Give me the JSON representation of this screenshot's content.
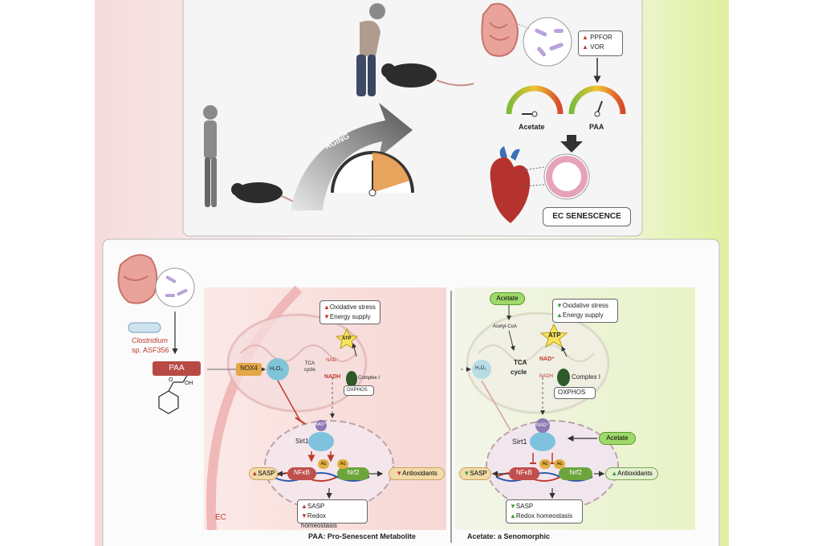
{
  "top": {
    "aging_label": "AGING",
    "enzymes": [
      "PPFOR",
      "VOR"
    ],
    "gauge_left_label": "Acetate",
    "gauge_right_label": "PAA",
    "ec_senescence": "EC SENESCENCE"
  },
  "left_panel": {
    "species_line1": "Clostridium",
    "species_line2": "sp. ASF356",
    "paa": "PAA",
    "oh": "OH",
    "o": "O",
    "nox4": "NOX4",
    "h2o2": "H₂O₂",
    "tca": "TCA",
    "cycle": "cycle",
    "nad": "NAD⁺",
    "nadh": "NADH",
    "complex": "Complex I",
    "oxphos": "OXPHOS",
    "atp": "ATP",
    "stress_box": [
      "Oxidative stress",
      "Energy supply"
    ],
    "sirt1": "Sirt1",
    "nad_small": "NAD⁺",
    "sasp": "SASP",
    "nfkb": "NFκB",
    "nrf2": "Nrf2",
    "ac": "Ac",
    "antioxidants": "Antioxidants",
    "bottom_box": [
      "SASP",
      "Redox homeostasis"
    ],
    "ec": "EC",
    "caption": "PAA: Pro-Senescent Metabolite"
  },
  "right_panel": {
    "acetate_top": "Acetate",
    "acetyl_coa": "Acetyl-CoA",
    "h2o2": "H₂O₂",
    "tca": "TCA",
    "cycle": "cycle",
    "nad": "NAD⁺",
    "nadh": "NADH",
    "complex": "Complex I",
    "oxphos": "OXPHOS",
    "atp": "ATP",
    "stress_box": [
      "Oxidative stress",
      "Energy supply"
    ],
    "sirt1": "Sirt1",
    "nad_small": "NAD⁺",
    "acetate_side": "Acetate",
    "sasp": "SASP",
    "nfkb": "NFκB",
    "nrf2": "Nrf2",
    "ac": "Ac",
    "antioxidants": "Antioxidants",
    "bottom_box": [
      "SASP",
      "Redox homeostasis"
    ],
    "caption": "Acetate: a Senomorphic"
  }
}
